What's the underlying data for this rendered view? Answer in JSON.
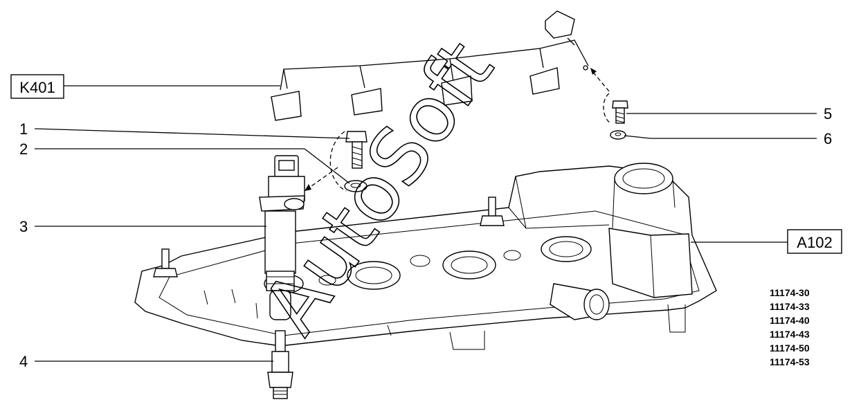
{
  "callouts": {
    "k401": "K401",
    "a102": "A102",
    "n1": "1",
    "n2": "2",
    "n3": "3",
    "n4": "4",
    "n5": "5",
    "n6": "6"
  },
  "model_codes": [
    "11174-30",
    "11174-33",
    "11174-40",
    "11174-43",
    "11174-50",
    "11174-53"
  ],
  "watermark": "AutoSoft"
}
